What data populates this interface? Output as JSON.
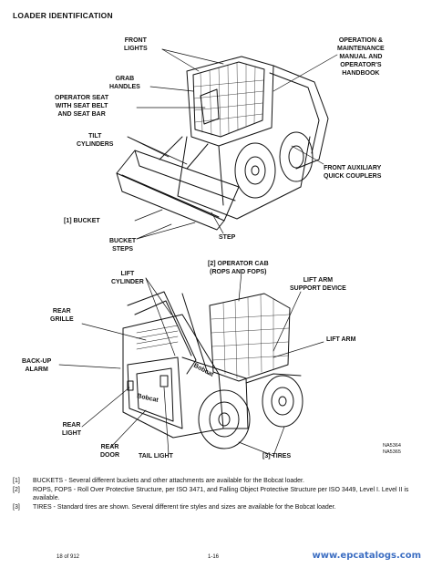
{
  "page": {
    "title": "LOADER IDENTIFICATION"
  },
  "callouts": {
    "front_lights": "FRONT\nLIGHTS",
    "operation_manual": "OPERATION &\nMAINTENANCE\nMANUAL AND\nOPERATOR'S\nHANDBOOK",
    "grab_handles": "GRAB\nHANDLES",
    "operator_seat": "OPERATOR SEAT\nwith SEAT BELT\nand SEAT BAR",
    "tilt_cylinders": "TILT\nCYLINDERS",
    "front_aux": "FRONT AUXILIARY\nQUICK COUPLERS",
    "bucket": "[1] BUCKET",
    "bucket_steps": "BUCKET\nSTEPS",
    "step": "STEP",
    "operator_cab": "[2] OPERATOR CAB\n(ROPS AND FOPS)",
    "lift_cylinder": "LIFT\nCYLINDER",
    "lift_arm_support": "LIFT ARM\nSUPPORT DEVICE",
    "rear_grille": "REAR\nGRILLE",
    "lift_arm": "LIFT ARM",
    "backup_alarm": "BACK-UP\nALARM",
    "rear_light": "REAR\nLIGHT",
    "rear_door": "REAR\nDOOR",
    "tail_light": "TAIL LIGHT",
    "tires": "[3] TIRES"
  },
  "figure_refs": "NA5364\nNA5365",
  "notes": [
    {
      "key": "[1]",
      "text": "BUCKETS - Several different buckets and other attachments are available for the Bobcat loader."
    },
    {
      "key": "[2]",
      "text": "ROPS, FOPS - Roll Over Protective Structure, per ISO 3471, and Falling Object Protective Structure per ISO 3449, Level I. Level II is available."
    },
    {
      "key": "[3]",
      "text": "TIRES - Standard tires are shown. Several different tire styles and sizes are available for the Bobcat loader."
    }
  ],
  "footer": {
    "page_count": "18 of 912",
    "page_number": "1-16",
    "watermark": "www.epcatalogs.com"
  },
  "logo_text": "Bobcat"
}
